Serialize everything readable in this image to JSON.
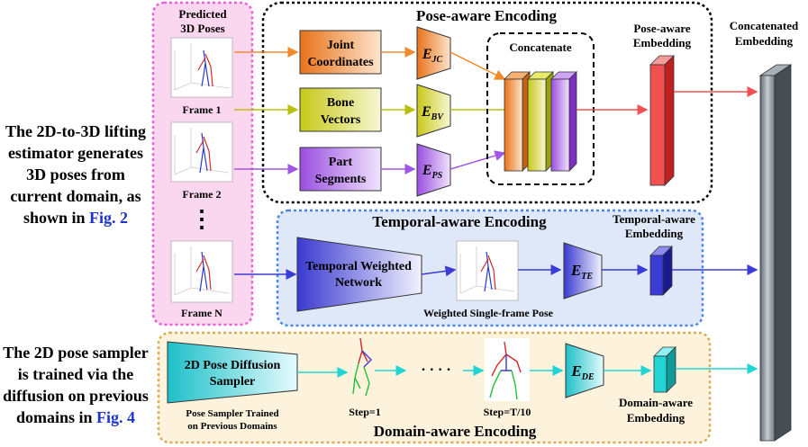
{
  "left_notes": {
    "lifting": "The 2D-to-3D lifting estimator generates 3D poses from current domain, as shown in",
    "lifting_ref": "Fig. 2",
    "sampler": "The 2D pose sampler is trained via the diffusion on previous domains in",
    "sampler_ref": "Fig. 4"
  },
  "predicted_panel": {
    "title_line1": "Predicted",
    "title_line2": "3D Poses",
    "frames": [
      "Frame 1",
      "Frame 2",
      "Frame N"
    ],
    "ellipsis": "⋮"
  },
  "pose_aware": {
    "title": "Pose-aware Encoding",
    "blocks": [
      {
        "line1": "Joint",
        "line2": "Coordinates",
        "encoder": "E",
        "sub": "JC",
        "color": "#f08a2c"
      },
      {
        "line1": "Bone",
        "line2": "Vectors",
        "encoder": "E",
        "sub": "BV",
        "color": "#c8d21e"
      },
      {
        "line1": "Part",
        "line2": "Segments",
        "encoder": "E",
        "sub": "PS",
        "color": "#a157e6"
      }
    ],
    "concat_label": "Concatenate",
    "embedding_line1": "Pose-aware",
    "embedding_line2": "Embedding"
  },
  "temporal_aware": {
    "title": "Temporal-aware Encoding",
    "network_line1": "Temporal Weighted",
    "network_line2": "Network",
    "weighted_label": "Weighted Single-frame Pose",
    "encoder": "E",
    "sub": "TE",
    "embedding_line1": "Temporal-aware",
    "embedding_line2": "Embedding",
    "color": "#3b3bd6"
  },
  "domain_aware": {
    "title": "Domain-aware Encoding",
    "sampler_line1": "2D Pose Diffusion",
    "sampler_line2": "Sampler",
    "trained_line1": "Pose Sampler Trained",
    "trained_line2": "on Previous Domains",
    "step1": "Step=1",
    "dots": "· · · ·",
    "step2": "Step=T/10",
    "encoder": "E",
    "sub": "DE",
    "embedding_line1": "Domain-aware",
    "embedding_line2": "Embedding",
    "color": "#22d4d4"
  },
  "concatenated": {
    "line1": "Concatenated",
    "line2": "Embedding"
  },
  "colors": {
    "pink_panel": "#fbd7ef",
    "pink_border": "#e85fd6",
    "blue_panel": "#dfe8f8",
    "blue_border": "#4a86e8",
    "yellow_panel": "#fdf3dd",
    "yellow_border": "#d6ae55",
    "pose_embedding": "#f05050",
    "concat_bar": "#7d8791"
  }
}
